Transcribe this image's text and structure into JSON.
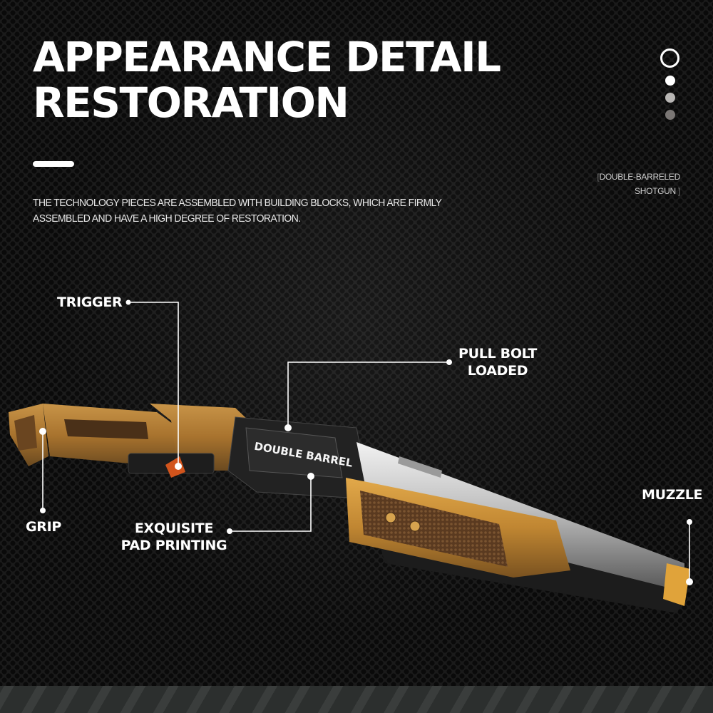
{
  "header": {
    "title": "APPEARANCE DETAIL\nRESTORATION",
    "description": "THE TECHNOLOGY PIECES ARE ASSEMBLED WITH BUILDING BLOCKS, WHICH ARE FIRMLY ASSEMBLED AND HAVE A HIGH DEGREE OF RESTORATION."
  },
  "pager": {
    "active_index": 0,
    "dot_count": 4,
    "colors": [
      "#ffffff",
      "#ffffff",
      "#b8b6b4",
      "#7a7674"
    ]
  },
  "model": {
    "bracket_open": "[",
    "line1": "DOUBLE-BARRELED",
    "line2": "SHOTGUN",
    "bracket_close": "]"
  },
  "product": {
    "printed_text": "DOUBLE BARREL",
    "icon": "double-barreled-shotgun-brick-model",
    "colors": {
      "wood": "#b07a34",
      "wood_dark": "#6b4a20",
      "steel": "#c9c9c9",
      "black": "#1d1d1d",
      "trigger": "#d2541c"
    }
  },
  "callouts": [
    {
      "id": "trigger",
      "label": "TRIGGER"
    },
    {
      "id": "pull-bolt",
      "label_line1": "PULL BOLT",
      "label_line2": "LOADED"
    },
    {
      "id": "muzzle",
      "label": "MUZZLE"
    },
    {
      "id": "grip",
      "label": "GRIP"
    },
    {
      "id": "pad-printing",
      "label_line1": "EXQUISITE",
      "label_line2": "PAD PRINTING"
    }
  ]
}
